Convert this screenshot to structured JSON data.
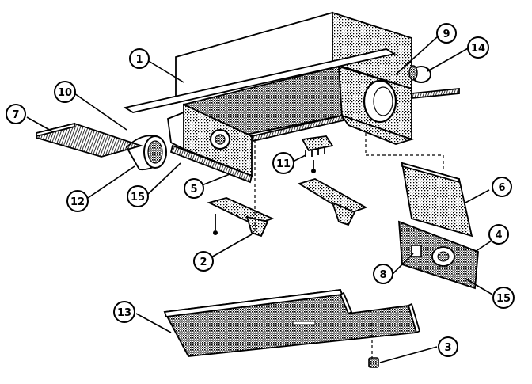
{
  "diagram": {
    "callouts": [
      {
        "id": "1",
        "label": "1"
      },
      {
        "id": "2",
        "label": "2"
      },
      {
        "id": "3",
        "label": "3"
      },
      {
        "id": "4",
        "label": "4"
      },
      {
        "id": "5",
        "label": "5"
      },
      {
        "id": "6",
        "label": "6"
      },
      {
        "id": "7",
        "label": "7"
      },
      {
        "id": "8",
        "label": "8"
      },
      {
        "id": "9",
        "label": "9"
      },
      {
        "id": "10",
        "label": "10"
      },
      {
        "id": "11",
        "label": "11"
      },
      {
        "id": "12",
        "label": "12"
      },
      {
        "id": "13",
        "label": "13"
      },
      {
        "id": "14",
        "label": "14"
      },
      {
        "id": "15a",
        "label": "15"
      },
      {
        "id": "15b",
        "label": "15"
      }
    ]
  }
}
